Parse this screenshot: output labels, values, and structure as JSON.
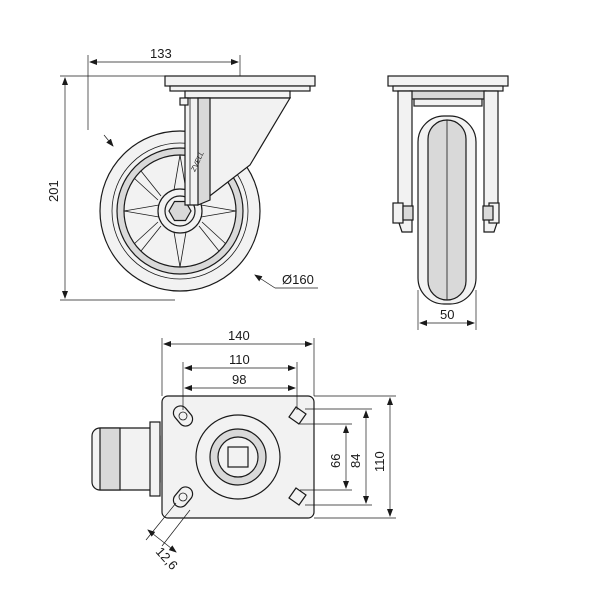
{
  "side_view": {
    "dims": {
      "offset": "133",
      "height": "201",
      "wheel_diameter": "Ø160"
    },
    "brand_mark": "ZVELL"
  },
  "front_view": {
    "dims": {
      "wheel_width": "50"
    }
  },
  "top_plate": {
    "dims": {
      "plate_width": "140",
      "hole_spacing_outer": "110",
      "hole_spacing_inner": "98",
      "slot_spacing_short": "66",
      "slot_spacing_long": "84",
      "plate_length": "110",
      "slot_width": "12,6"
    }
  }
}
